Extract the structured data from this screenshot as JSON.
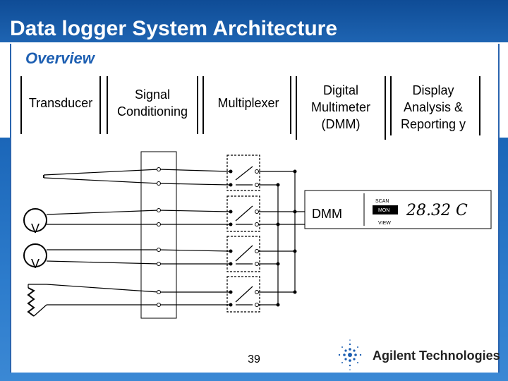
{
  "slide": {
    "title": "Data logger System Architecture",
    "subtitle": "Overview",
    "page_number": "39"
  },
  "blocks": {
    "transducer": "Transducer",
    "signal_conditioning": [
      "Signal",
      "Conditioning"
    ],
    "multiplexer": "Multiplexer",
    "dmm": [
      "Digital",
      "Multimeter",
      "(DMM)"
    ],
    "display": [
      "Display",
      "Analysis &",
      "Reporting y"
    ]
  },
  "instrument": {
    "dmm_label": "DMM",
    "scan_label": "SCAN",
    "mon_label": "MON",
    "view_label": "VIEW",
    "reading": "28.32 C"
  },
  "sensors": {
    "voltage_symbol": "V"
  },
  "footer": {
    "brand": "Agilent Technologies"
  },
  "colors": {
    "brand_blue": "#1d5fb2",
    "title_band": "#0f4c96",
    "block_border": "#000000"
  }
}
